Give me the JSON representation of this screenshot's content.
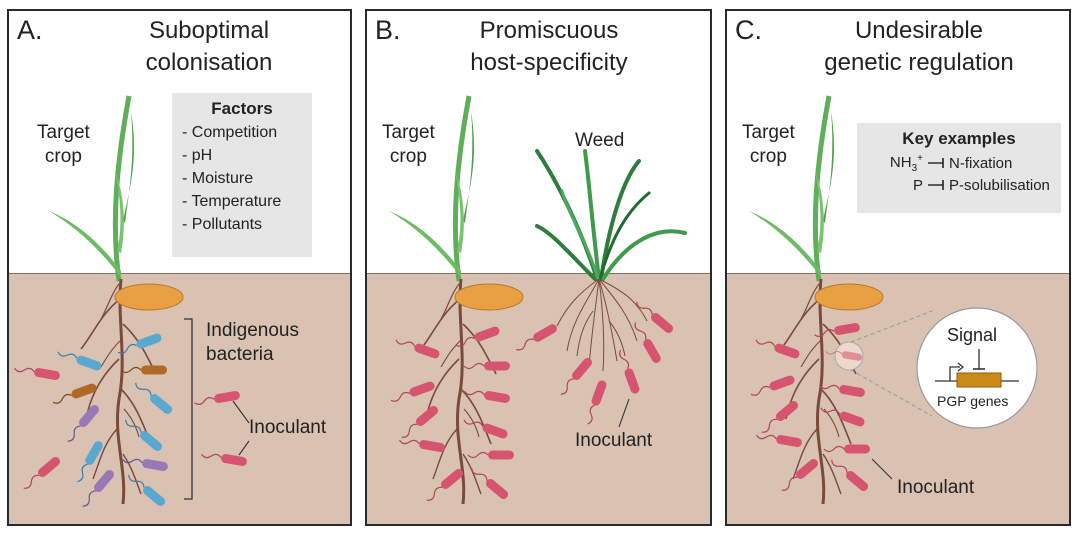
{
  "panels": {
    "a": {
      "letter": "A.",
      "title_line1": "Suboptimal",
      "title_line2": "colonisation",
      "crop_label_line1": "Target",
      "crop_label_line2": "crop",
      "factors": {
        "heading": "Factors",
        "items": [
          "- Competition",
          "- pH",
          "- Moisture",
          "- Temperature",
          "- Pollutants"
        ]
      },
      "indigenous_line1": "Indigenous",
      "indigenous_line2": "bacteria",
      "inoculant_label": "Inoculant"
    },
    "b": {
      "letter": "B.",
      "title_line1": "Promiscuous",
      "title_line2": "host-specificity",
      "crop_label_line1": "Target",
      "crop_label_line2": "crop",
      "weed_label": "Weed",
      "inoculant_label": "Inoculant"
    },
    "c": {
      "letter": "C.",
      "title_line1": "Undesirable",
      "title_line2": "genetic regulation",
      "crop_label_line1": "Target",
      "crop_label_line2": "crop",
      "examples": {
        "heading": "Key examples",
        "row1_lhs": "NH",
        "row1_lhs_sup": "3",
        "row1_lhs_charge": "+",
        "row1_rhs": "N-fixation",
        "row2_lhs": "P",
        "row2_rhs": "P-solubilisation"
      },
      "signal_label": "Signal",
      "pgp_label": "PGP genes",
      "inoculant_label": "Inoculant"
    }
  },
  "colors": {
    "soil": "#d9c2b2",
    "inoculant": "#d6546f",
    "indigenous_blue": "#5aa8cf",
    "indigenous_brown": "#b06a28",
    "indigenous_purple": "#9a78b8",
    "seed": "#e8a043",
    "leaf": "#5fae5a",
    "weed": "#2e7d3c"
  }
}
